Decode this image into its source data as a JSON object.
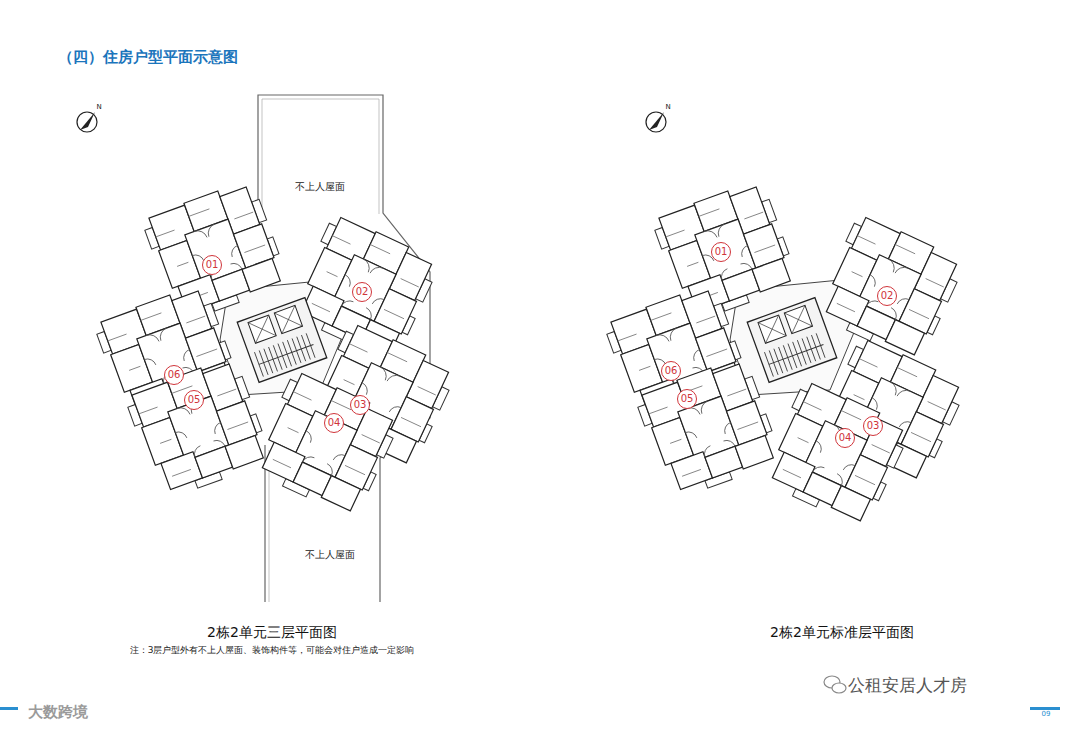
{
  "diagram": {
    "title": "（四）住房户型平面示意图",
    "nodes": [
      {
        "text": [
          "01"
        ]
      },
      {
        "text": [
          "02"
        ]
      },
      {
        "text": [
          "06"
        ]
      },
      {
        "text": [
          "05"
        ]
      },
      {
        "text": [
          "03"
        ]
      },
      {
        "text": [
          "04"
        ]
      },
      {
        "text": [
          "01"
        ]
      },
      {
        "text": [
          "02"
        ]
      },
      {
        "text": [
          "06"
        ]
      },
      {
        "text": [
          "05"
        ]
      },
      {
        "text": [
          "03"
        ]
      },
      {
        "text": [
          "04"
        ]
      }
    ],
    "labels": [
      "N",
      "不上人屋面",
      "不上人屋面",
      "2栋2单元三层平面图",
      "注：3层户型外有不上人屋面、装饰构件等，可能会对住户造成一定影响",
      "N",
      "2栋2单元标准层平面图",
      "大数跨境",
      "公租安居人才房",
      "09"
    ]
  }
}
